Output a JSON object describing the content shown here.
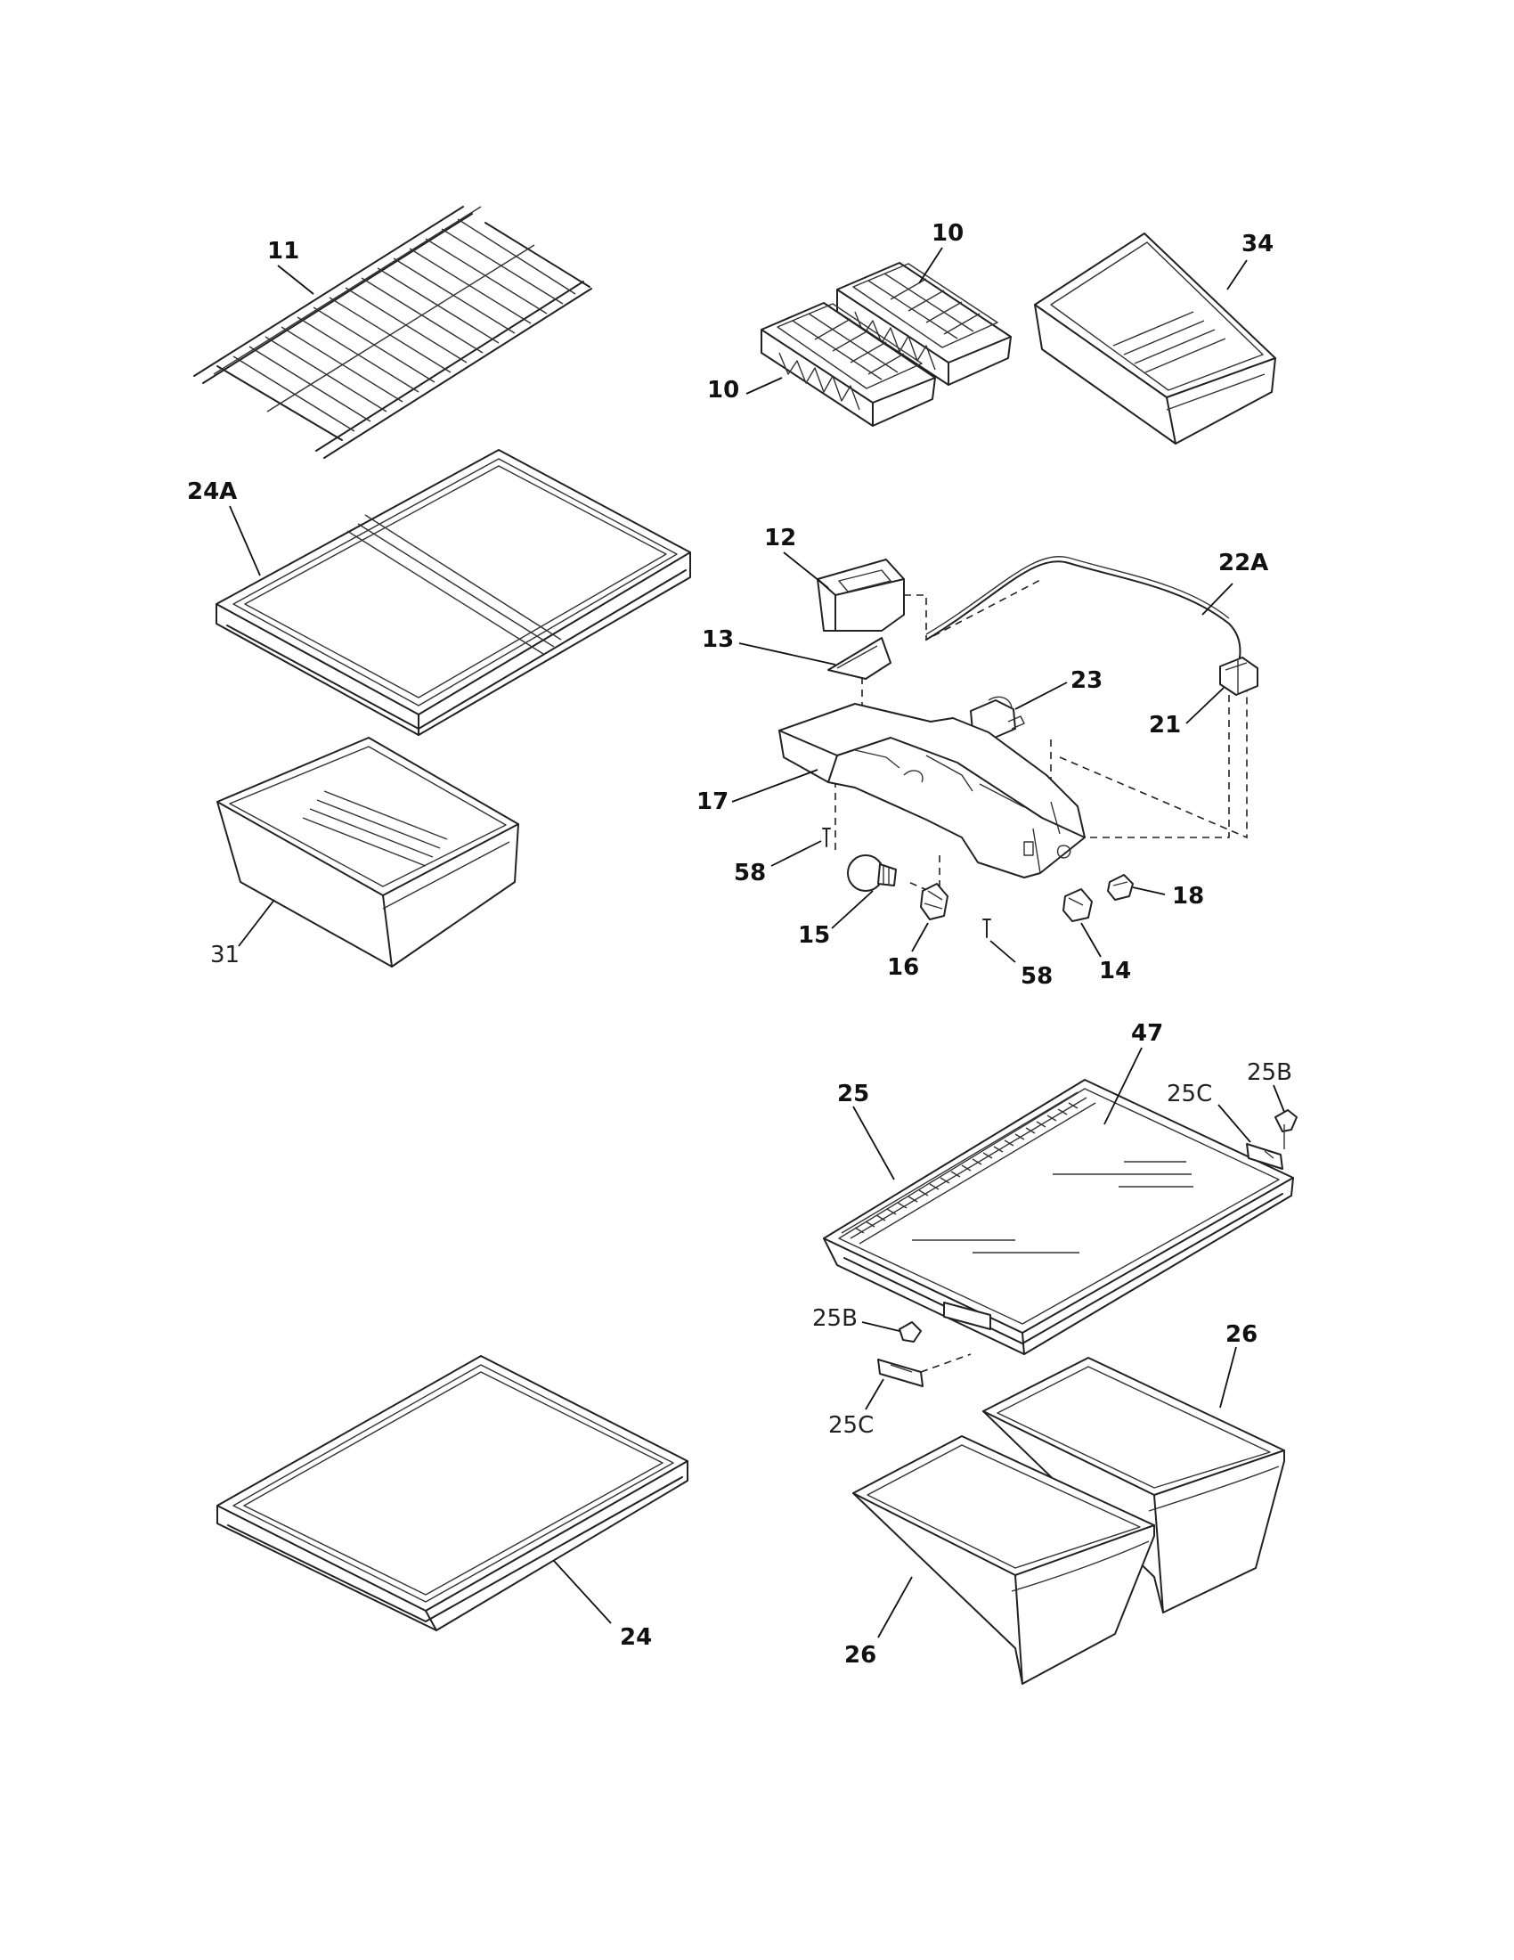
{
  "callouts": {
    "c11": "11",
    "c10a": "10",
    "c10b": "10",
    "c34": "34",
    "c24a": "24A",
    "c12": "12",
    "c22a": "22A",
    "c13": "13",
    "c23": "23",
    "c21": "21",
    "c17": "17",
    "c58a": "58",
    "c18": "18",
    "c15": "15",
    "c16": "16",
    "c14": "14",
    "c58b": "58",
    "c31": "31",
    "c47": "47",
    "c25b_top": "25B",
    "c25c_top": "25C",
    "c25": "25",
    "c25b_bot": "25B",
    "c26a": "26",
    "c25c_bot": "25C",
    "c24": "24",
    "c26b": "26"
  },
  "parts": [
    {
      "id": "11",
      "icon": "wire-shelf-icon"
    },
    {
      "id": "10",
      "icon": "ice-tray-icon"
    },
    {
      "id": "34",
      "icon": "bin-icon"
    },
    {
      "id": "24A",
      "icon": "glass-shelf-split-icon"
    },
    {
      "id": "12",
      "icon": "light-shield-icon"
    },
    {
      "id": "22A",
      "icon": "wire-harness-icon"
    },
    {
      "id": "13",
      "icon": "lens-icon"
    },
    {
      "id": "23",
      "icon": "control-icon"
    },
    {
      "id": "21",
      "icon": "connector-icon"
    },
    {
      "id": "17",
      "icon": "housing-icon"
    },
    {
      "id": "58",
      "icon": "screw-icon"
    },
    {
      "id": "18",
      "icon": "knob-icon"
    },
    {
      "id": "15",
      "icon": "bulb-icon"
    },
    {
      "id": "16",
      "icon": "socket-icon"
    },
    {
      "id": "14",
      "icon": "switch-icon"
    },
    {
      "id": "31",
      "icon": "drawer-icon"
    },
    {
      "id": "47",
      "icon": "glass-icon"
    },
    {
      "id": "25",
      "icon": "crisper-cover-icon"
    },
    {
      "id": "25B",
      "icon": "support-icon"
    },
    {
      "id": "25C",
      "icon": "bracket-icon"
    },
    {
      "id": "26",
      "icon": "crisper-drawer-icon"
    },
    {
      "id": "24",
      "icon": "glass-shelf-icon"
    }
  ]
}
